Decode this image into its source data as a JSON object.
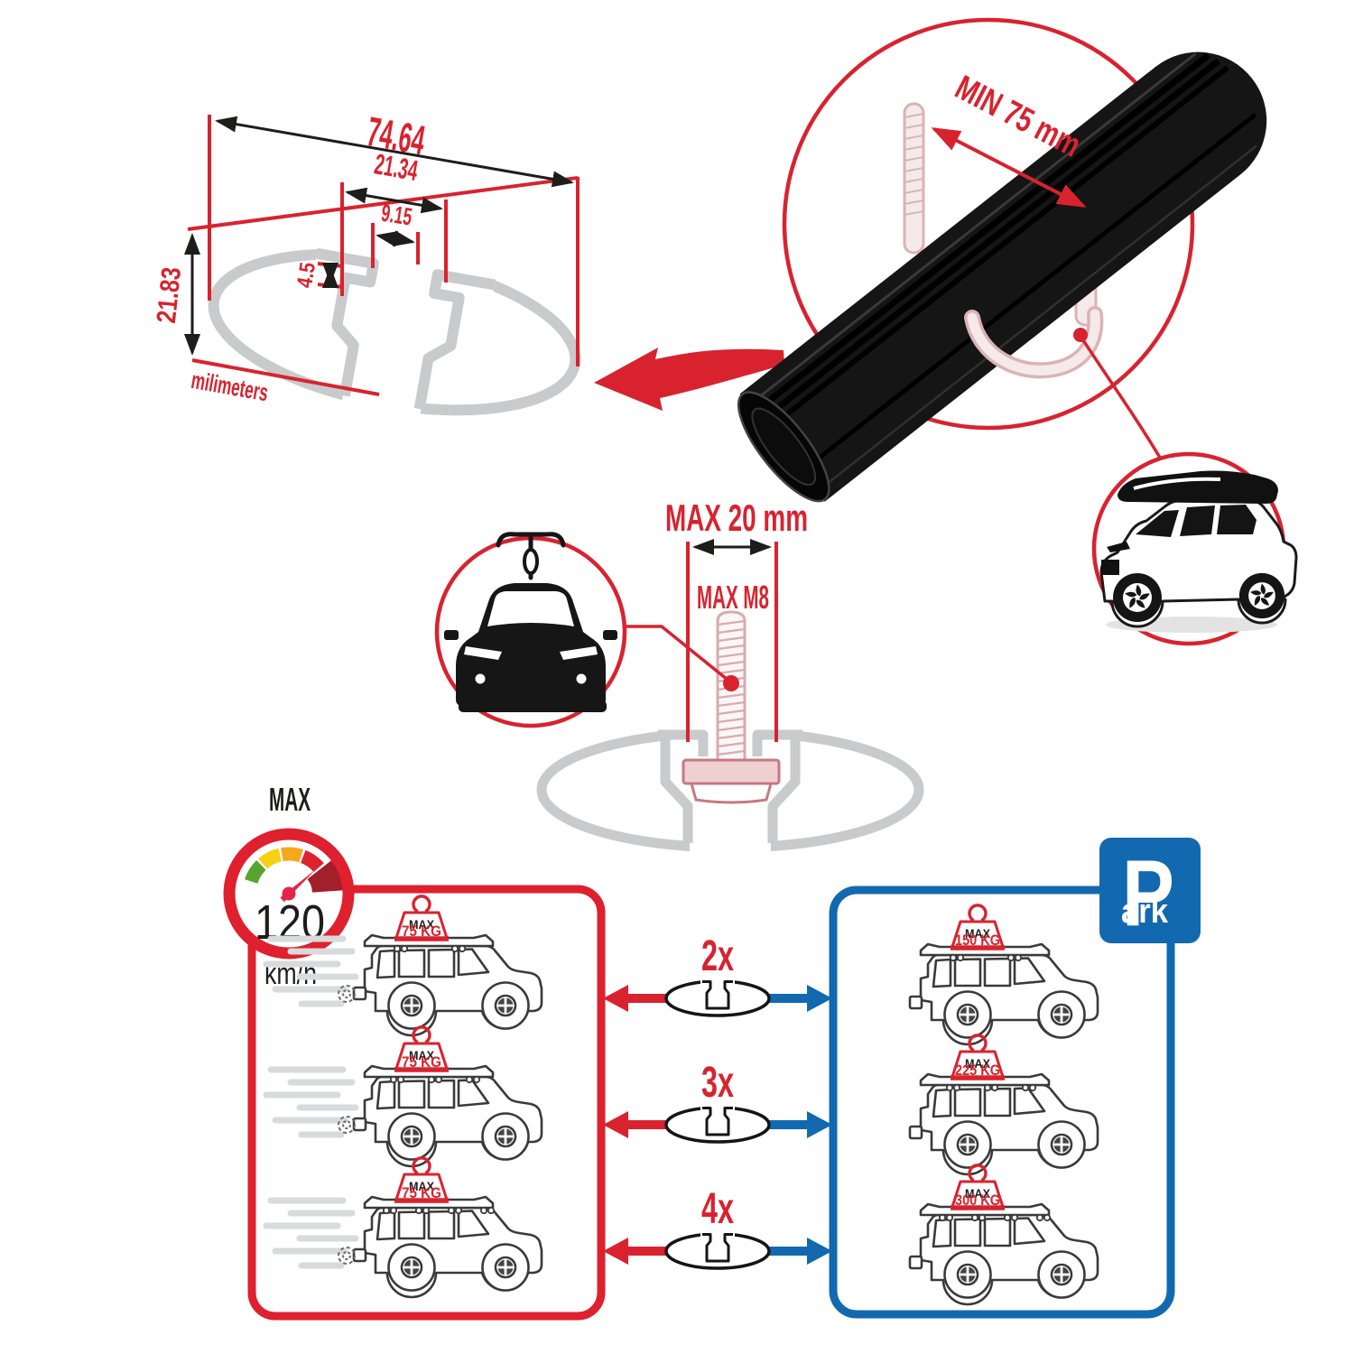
{
  "colors": {
    "red": "#d8232f",
    "blue": "#1269b0",
    "gray": "#c9cacb",
    "pink": "#dcb0b2",
    "black": "#1d1d1b"
  },
  "cross_section_diagram": {
    "total_width": "74.64",
    "channel_width": "21.34",
    "opening_width": "9.15",
    "lip_height": "4.5",
    "total_height": "21.83",
    "units": "milimeters"
  },
  "crossbar_detail": {
    "min_clamp_label": "MIN 75 mm"
  },
  "bolt_detail": {
    "max_width": "MAX 20 mm",
    "max_thread": "MAX M8"
  },
  "speed_gauge": {
    "title": "MAX",
    "value": "120",
    "units": "km/h"
  },
  "driving_panel": {
    "cars": [
      {
        "badge_title": "MAX",
        "badge_weight": "75 KG"
      },
      {
        "badge_title": "MAX",
        "badge_weight": "75 KG"
      },
      {
        "badge_title": "MAX",
        "badge_weight": "75 KG"
      }
    ]
  },
  "parking_panel": {
    "sign_main": "P",
    "sign_suffix": "ark",
    "cars": [
      {
        "badge_title": "MAX",
        "badge_weight": "150 KG"
      },
      {
        "badge_title": "MAX",
        "badge_weight": "225 KG"
      },
      {
        "badge_title": "MAX",
        "badge_weight": "300 KG"
      }
    ]
  },
  "quantity_rows": [
    {
      "label": "2x"
    },
    {
      "label": "3x"
    },
    {
      "label": "4x"
    }
  ]
}
